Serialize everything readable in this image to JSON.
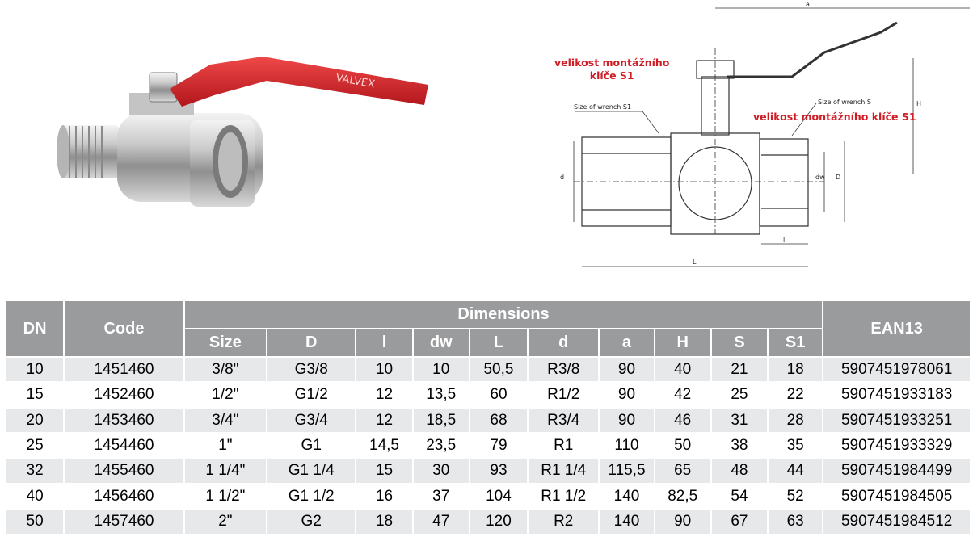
{
  "annotations": {
    "wrench_s1_left": [
      "velikost montážního",
      "klíče S1"
    ],
    "wrench_s1_right": "velikost montážního klíče S1"
  },
  "drawing_labels": {
    "size_of_wrench_s1": "Size of wrench S1",
    "size_of_wrench_s": "Size of wrench S",
    "a": "a",
    "H": "H",
    "d": "d",
    "dw": "dw",
    "D": "D",
    "l": "l",
    "L": "L"
  },
  "photo": {
    "brand": "VALVEX"
  },
  "table": {
    "headers": {
      "dn": "DN",
      "code": "Code",
      "dimensions": "Dimensions",
      "ean": "EAN13",
      "sub": [
        "Size",
        "D",
        "l",
        "dw",
        "L",
        "d",
        "a",
        "H",
        "S",
        "S1"
      ]
    },
    "rows": [
      [
        "10",
        "1451460",
        "3/8\"",
        "G3/8",
        "10",
        "10",
        "50,5",
        "R3/8",
        "90",
        "40",
        "21",
        "18",
        "5907451978061"
      ],
      [
        "15",
        "1452460",
        "1/2\"",
        "G1/2",
        "12",
        "13,5",
        "60",
        "R1/2",
        "90",
        "42",
        "25",
        "22",
        "5907451933183"
      ],
      [
        "20",
        "1453460",
        "3/4\"",
        "G3/4",
        "12",
        "18,5",
        "68",
        "R3/4",
        "90",
        "46",
        "31",
        "28",
        "5907451933251"
      ],
      [
        "25",
        "1454460",
        "1\"",
        "G1",
        "14,5",
        "23,5",
        "79",
        "R1",
        "110",
        "50",
        "38",
        "35",
        "5907451933329"
      ],
      [
        "32",
        "1455460",
        "1 1/4\"",
        "G1 1/4",
        "15",
        "30",
        "93",
        "R1 1/4",
        "115,5",
        "65",
        "48",
        "44",
        "5907451984499"
      ],
      [
        "40",
        "1456460",
        "1 1/2\"",
        "G1 1/2",
        "16",
        "37",
        "104",
        "R1 1/2",
        "140",
        "82,5",
        "54",
        "52",
        "5907451984505"
      ],
      [
        "50",
        "1457460",
        "2\"",
        "G2",
        "18",
        "47",
        "120",
        "R2",
        "140",
        "90",
        "67",
        "63",
        "5907451984512"
      ]
    ]
  }
}
